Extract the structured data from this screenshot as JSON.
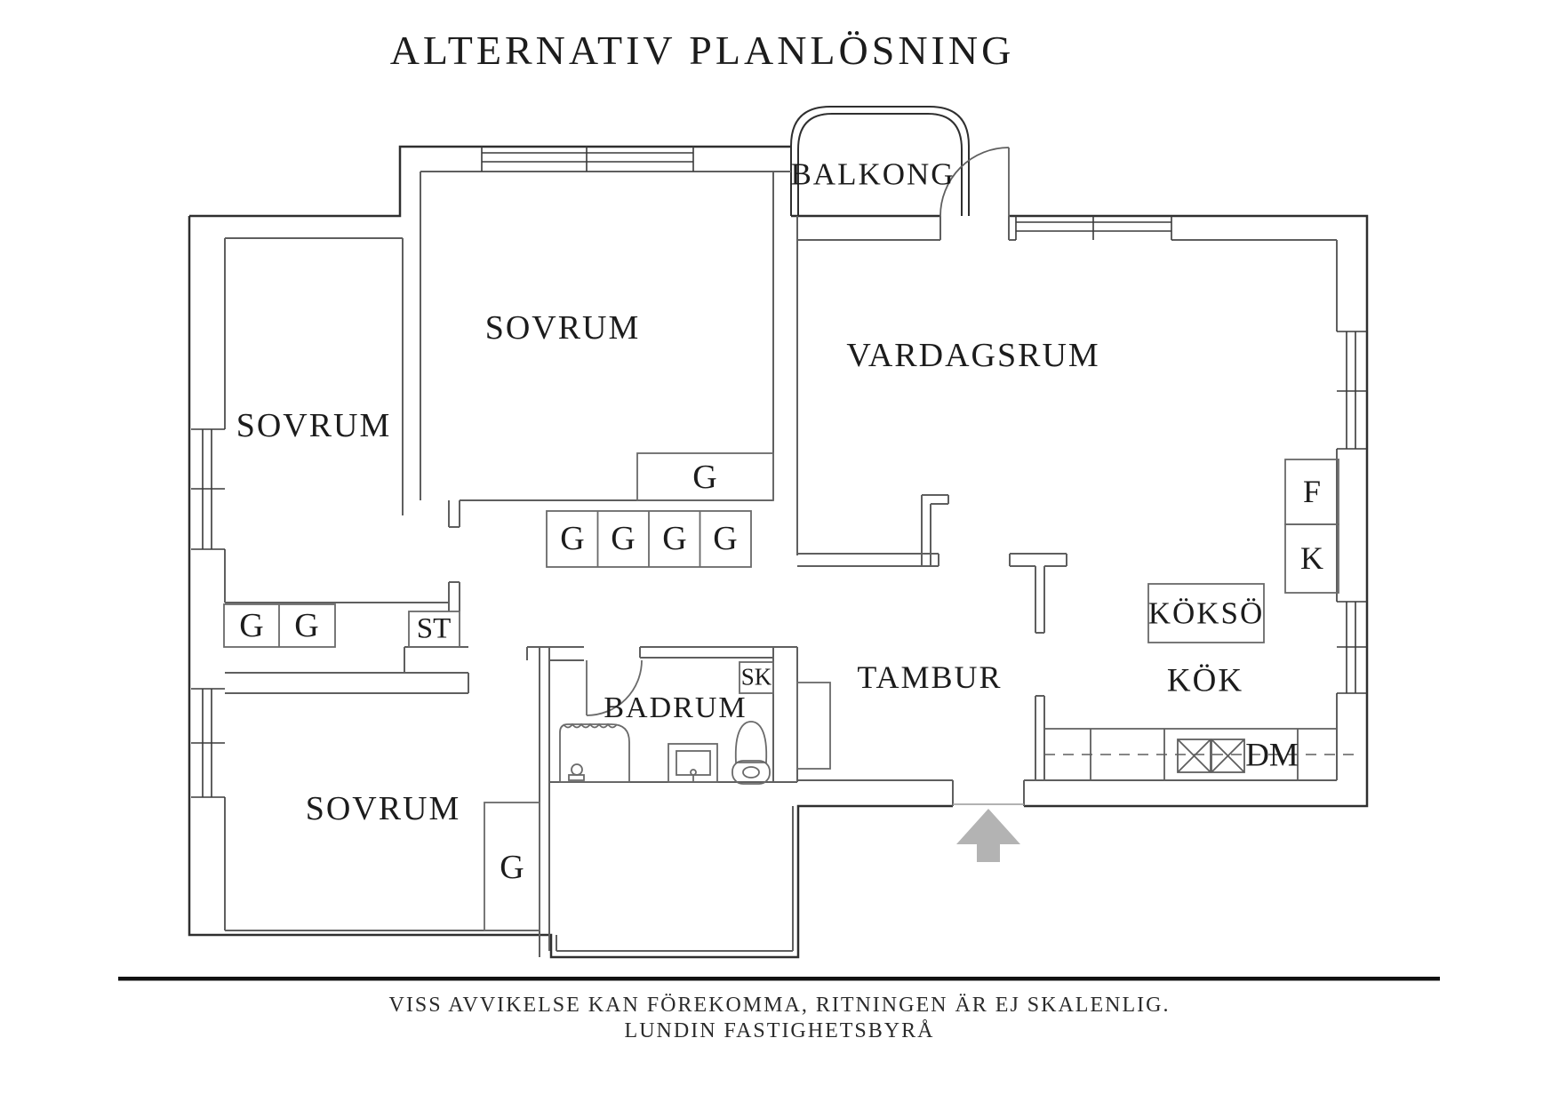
{
  "title": "ALTERNATIV PLANLÖSNING",
  "rooms": {
    "balkong": "BALKONG",
    "sovrum_top_left": "SOVRUM",
    "sovrum_top_mid": "SOVRUM",
    "sovrum_bottom": "SOVRUM",
    "vardagsrum": "VARDAGSRUM",
    "tambur": "TAMBUR",
    "badrum": "BADRUM",
    "kok": "KÖK"
  },
  "fixtures": {
    "koksoe": "KÖKSÖ",
    "fridge": "F",
    "freezer": "K",
    "dishwasher": "DM",
    "cleaning_closet": "SK",
    "linen_closet": "ST",
    "wardrobe": "G"
  },
  "footer": {
    "line1": "VISS AVVIKELSE KAN FÖREKOMMA, RITNINGEN ÄR EJ SKALENLIG.",
    "line2": "LUNDIN FASTIGHETSBYRÅ"
  },
  "colors": {
    "wall": "#2f2f2f",
    "inner": "#5f5f5f",
    "fixture": "#6a6a6a",
    "arrow": "#b3b3b3",
    "text": "#1c1c1c"
  }
}
